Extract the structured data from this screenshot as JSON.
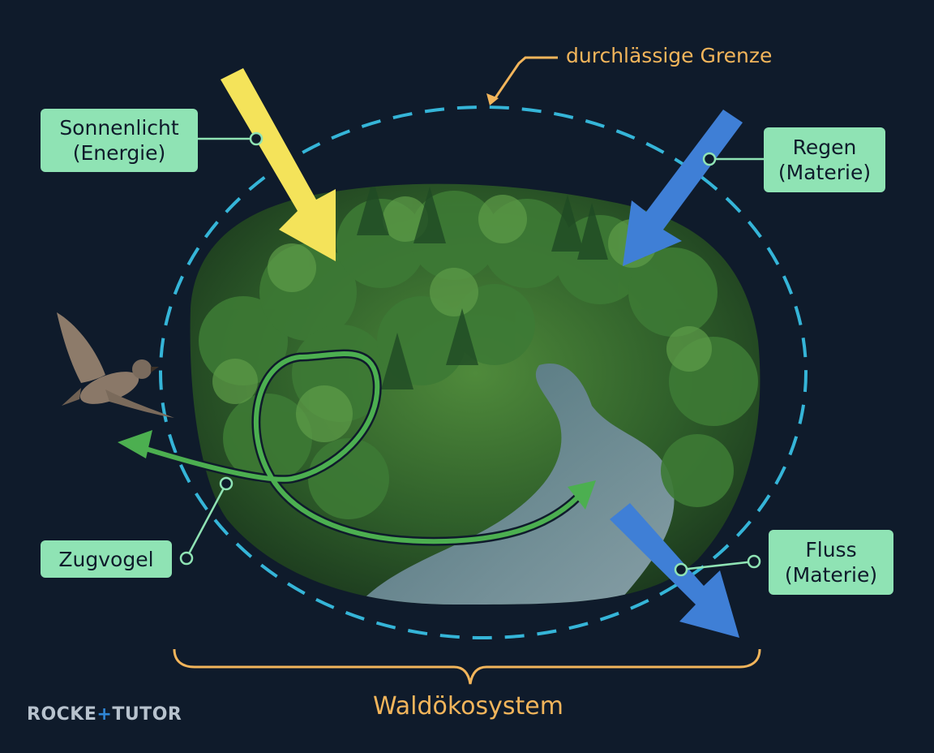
{
  "boundary_label": "durchlässige Grenze",
  "ecosystem_label": "Waldökosystem",
  "labels": {
    "sunlight": {
      "line1": "Sonnenlicht",
      "line2": "(Energie)"
    },
    "rain": {
      "line1": "Regen",
      "line2": "(Materie)"
    },
    "bird": {
      "line1": "Zugvogel"
    },
    "river": {
      "line1": "Fluss",
      "line2": "(Materie)"
    }
  },
  "logo": {
    "part1": "ROCKE",
    "plus": "+",
    "part2": "TUTOR"
  },
  "colors": {
    "background": "#0f1b2b",
    "boundary": "#35b5d8",
    "sunlight": "#f4e35a",
    "rain": "#3f7fd6",
    "bird_path": "#4caf50",
    "label_box": "#8fe3b4",
    "annotation": "#f2b55b"
  }
}
